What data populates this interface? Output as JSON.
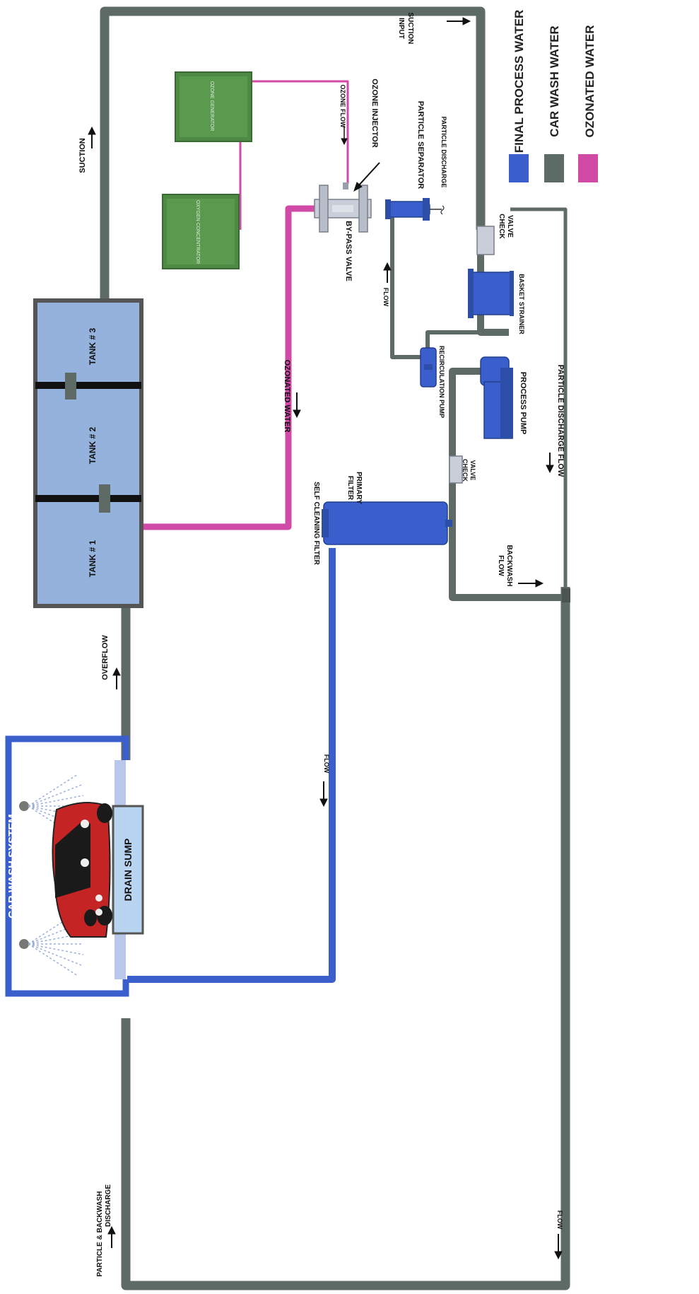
{
  "colors": {
    "final_process": "#3a5fcc",
    "car_wash": "#5e6a66",
    "ozonated": "#d04aa6"
  },
  "legend": {
    "final_process": "FINAL PROCESS WATER",
    "car_wash": "CAR WASH WATER",
    "ozonated": "OZONATED WATER"
  },
  "car_wash": {
    "title": "CAR WASH SYSTEM",
    "drain_sump": "DRAIN  SUMP"
  },
  "tanks": {
    "tank1": "TANK # 1",
    "tank2": "TANK # 2",
    "tank3": "TANK # 3"
  },
  "labels": {
    "suction": "SUCTION",
    "suction_input_1": "SUCTION",
    "suction_input_2": "INPUT",
    "overflow": "OVERFLOW",
    "discharge_1": "PARTICLE & BACKWASH",
    "discharge_2": "DISCHARGE",
    "flow_left": "FLOW",
    "flow_right": "FLOW",
    "flow_mid": "FLOW",
    "ozonated_water": "OZONATED WATER",
    "ozone_flow": "OZONE FLOW",
    "ozone_injector": "OZONE INJECTOR",
    "bypass_valve": "BY-PASS VALVE",
    "particle_separator": "PARTICLE SEPARATOR",
    "particle_discharge": "PARTICLE DISCHARGE",
    "check_valve_1a": "CHECK",
    "check_valve_1b": "VALVE",
    "check_valve_2a": "CHECK",
    "check_valve_2b": "VALVE",
    "basket_strainer": "BASKET STRAINER",
    "recirculation_pump": "RECIRCULATION PUMP",
    "process_pump": "PROCESS PUMP",
    "primary_filter_1": "PRIMARY",
    "primary_filter_2": "FILTER",
    "self_cleaning_filter": "SELF CLEANING FILTER",
    "backwash_flow_1": "BACKWASH",
    "backwash_flow_2": "FLOW",
    "particle_discharge_flow": "PARTICLE DISCHARGE FLOW"
  },
  "generators": {
    "ozone_generator": "OZONE GENERATOR",
    "oxygen_concentrator": "OXYGEN CONCENTRATOR"
  }
}
